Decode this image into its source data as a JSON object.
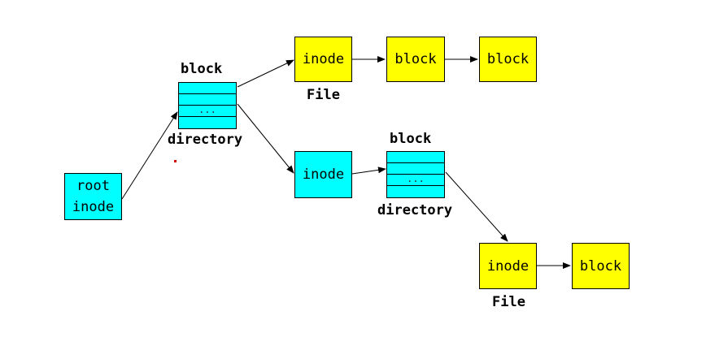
{
  "diagram": {
    "root_inode": {
      "line1": "root",
      "line2": "inode"
    },
    "dir1": {
      "title": "block",
      "caption": "directory",
      "ellipsis": "..."
    },
    "file1": {
      "inode": "inode",
      "caption": "File",
      "block_a": "block",
      "block_b": "block"
    },
    "sub_inode": "inode",
    "dir2": {
      "title": "block",
      "caption": "directory",
      "ellipsis": "..."
    },
    "file2": {
      "inode": "inode",
      "caption": "File",
      "block": "block"
    }
  },
  "colors": {
    "inode": "#00ffff",
    "block": "#ffff00",
    "marker_dot": "#d00000"
  }
}
